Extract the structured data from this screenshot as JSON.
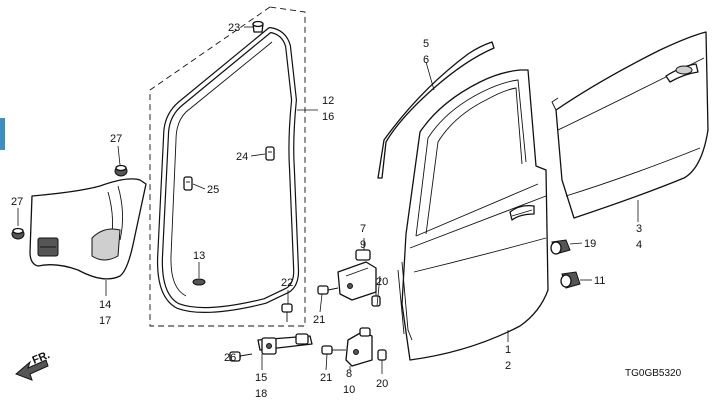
{
  "diagram": {
    "code": "TG0GB5320",
    "direction_label": "FR.",
    "callouts": [
      {
        "id": "c23",
        "text": "23"
      },
      {
        "id": "c12",
        "text": "12"
      },
      {
        "id": "c16",
        "text": "16"
      },
      {
        "id": "c24",
        "text": "24"
      },
      {
        "id": "c25",
        "text": "25"
      },
      {
        "id": "c13",
        "text": "13"
      },
      {
        "id": "c27a",
        "text": "27"
      },
      {
        "id": "c27b",
        "text": "27"
      },
      {
        "id": "c14",
        "text": "14"
      },
      {
        "id": "c17",
        "text": "17"
      },
      {
        "id": "c5",
        "text": "5"
      },
      {
        "id": "c6",
        "text": "6"
      },
      {
        "id": "c3",
        "text": "3"
      },
      {
        "id": "c4",
        "text": "4"
      },
      {
        "id": "c7",
        "text": "7"
      },
      {
        "id": "c9",
        "text": "9"
      },
      {
        "id": "c19",
        "text": "19"
      },
      {
        "id": "c11",
        "text": "11"
      },
      {
        "id": "c20a",
        "text": "20"
      },
      {
        "id": "c20b",
        "text": "20"
      },
      {
        "id": "c21a",
        "text": "21"
      },
      {
        "id": "c21b",
        "text": "21"
      },
      {
        "id": "c22",
        "text": "22"
      },
      {
        "id": "c8",
        "text": "8"
      },
      {
        "id": "c10",
        "text": "10"
      },
      {
        "id": "c26",
        "text": "26"
      },
      {
        "id": "c15",
        "text": "15"
      },
      {
        "id": "c18",
        "text": "18"
      },
      {
        "id": "c1",
        "text": "1"
      },
      {
        "id": "c2",
        "text": "2"
      }
    ]
  }
}
